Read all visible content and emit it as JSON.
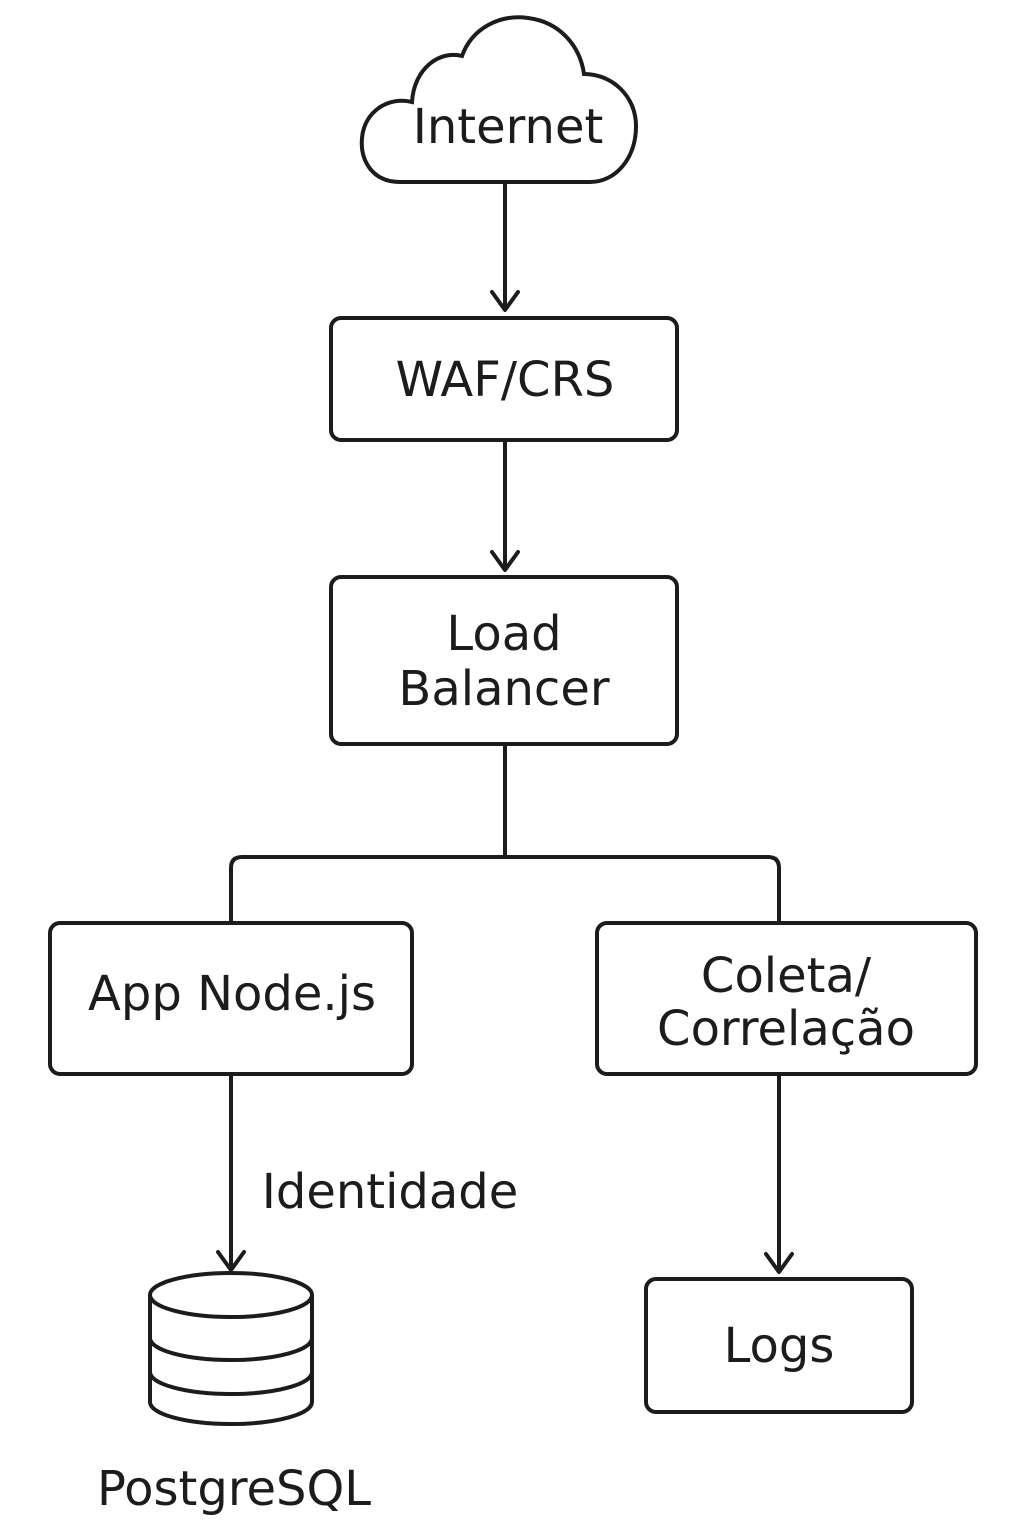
{
  "nodes": {
    "internet": {
      "label": "Internet"
    },
    "waf": {
      "label": "WAF/CRS"
    },
    "load_balancer": {
      "line1": "Load",
      "line2": "Balancer"
    },
    "app": {
      "label": "App Node.js"
    },
    "coleta": {
      "line1": "Coleta/",
      "line2": "Correlação"
    },
    "postgres": {
      "label": "PostgreSQL"
    },
    "logs": {
      "label": "Logs"
    }
  },
  "edges": {
    "app_to_postgres": {
      "label": "Identidade"
    }
  }
}
